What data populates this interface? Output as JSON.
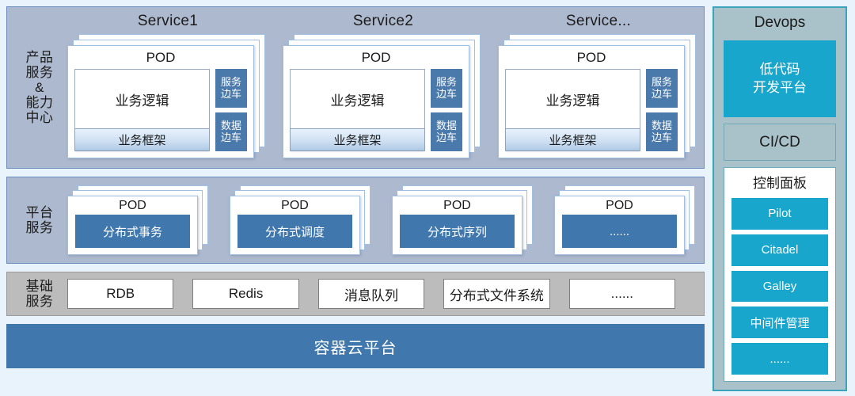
{
  "colors": {
    "canvas_bg": "#e9f3fb",
    "band_bg": "#adb9ce",
    "band_border": "#6b8cc0",
    "infra_bg": "#bcbcbc",
    "pod_blue": "#4077ad",
    "sidecar_blue": "#4a79ab",
    "devops_bg": "#a9c1c8",
    "devops_border": "#3ba3bc",
    "devops_chip": "#19a6cc"
  },
  "layers": {
    "products": {
      "label": "产品\n服务\n&\n能力\n中心",
      "services": [
        {
          "title": "Service1",
          "pod_title": "POD",
          "business_logic": "业务逻辑",
          "business_framework": "业务框架",
          "sidecars": [
            "服务\n边车",
            "数据\n边车"
          ]
        },
        {
          "title": "Service2",
          "pod_title": "POD",
          "business_logic": "业务逻辑",
          "business_framework": "业务框架",
          "sidecars": [
            "服务\n边车",
            "数据\n边车"
          ]
        },
        {
          "title": "Service...",
          "pod_title": "POD",
          "business_logic": "业务逻辑",
          "business_framework": "业务框架",
          "sidecars": [
            "服务\n边车",
            "数据\n边车"
          ]
        }
      ]
    },
    "platform": {
      "label": "平台\n服务",
      "pods": [
        {
          "pod_title": "POD",
          "name": "分布式事务"
        },
        {
          "pod_title": "POD",
          "name": "分布式调度"
        },
        {
          "pod_title": "POD",
          "name": "分布式序列"
        },
        {
          "pod_title": "POD",
          "name": "......"
        }
      ]
    },
    "infrastructure": {
      "label": "基础\n服务",
      "items": [
        "RDB",
        "Redis",
        "消息队列",
        "分布式文件系统",
        "......"
      ]
    },
    "container_cloud": {
      "label": "容器云平台"
    }
  },
  "devops": {
    "title": "Devops",
    "lowcode": "低代码\n开发平台",
    "cicd": "CI/CD",
    "control_panel": {
      "title": "控制面板",
      "items": [
        "Pilot",
        "Citadel",
        "Galley",
        "中间件管理",
        "......"
      ]
    }
  }
}
